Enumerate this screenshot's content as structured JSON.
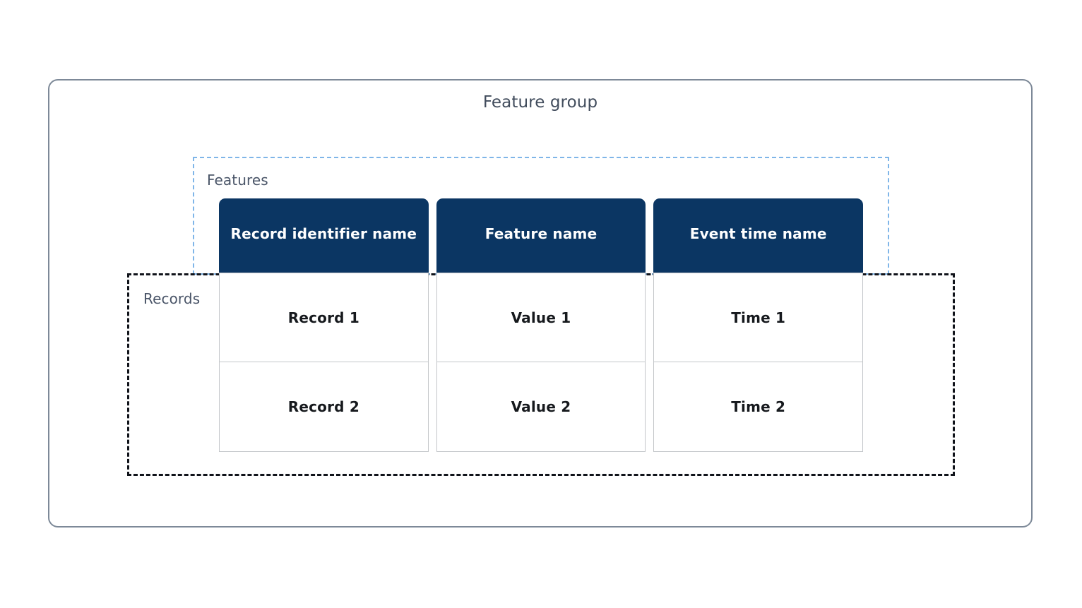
{
  "diagram": {
    "outer": {
      "title": "Feature group",
      "border_color": "#7d8998",
      "title_color": "#414c5c"
    },
    "features_group": {
      "label": "Features",
      "border_color": "#7fb5e8",
      "border_style": "dashed"
    },
    "records_group": {
      "label": "Records",
      "border_color": "#10131a",
      "border_style": "dashed"
    },
    "table": {
      "header_bg": "#0b3663",
      "header_text_color": "#ffffff",
      "cell_border_color": "#c3c6c9",
      "cell_text_color": "#16191d",
      "columns": [
        {
          "header": "Record identifier name",
          "cells": [
            "Record 1",
            "Record 2"
          ]
        },
        {
          "header": "Feature name",
          "cells": [
            "Value 1",
            "Value 2"
          ]
        },
        {
          "header": "Event time name",
          "cells": [
            "Time 1",
            "Time 2"
          ]
        }
      ]
    }
  }
}
